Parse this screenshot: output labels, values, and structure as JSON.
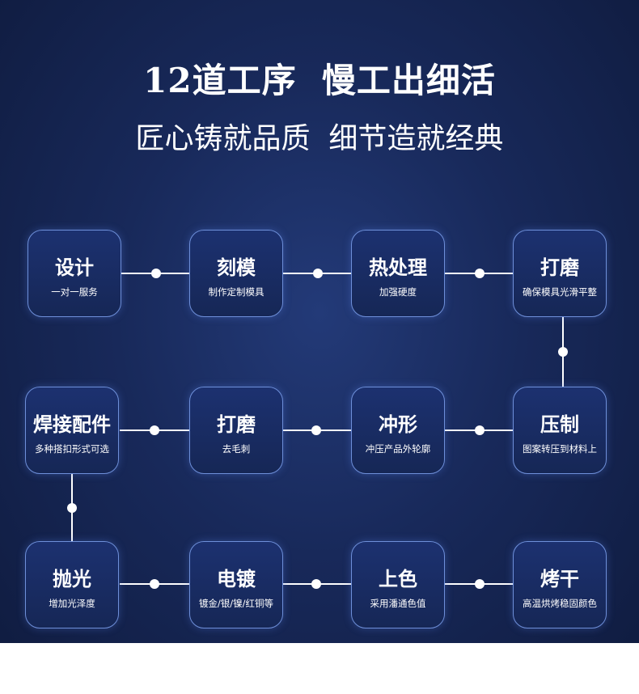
{
  "header": {
    "headline": "12道工序  慢工出细活",
    "subhead": "匠心铸就品质  细节造就经典"
  },
  "steps": [
    {
      "title": "设计",
      "desc": "一对一服务"
    },
    {
      "title": "刻模",
      "desc": "制作定制模具"
    },
    {
      "title": "热处理",
      "desc": "加强硬度"
    },
    {
      "title": "打磨",
      "desc": "确保模具光滑平整"
    },
    {
      "title": "压制",
      "desc": "图案转压到材料上"
    },
    {
      "title": "冲形",
      "desc": "冲压产品外轮廓"
    },
    {
      "title": "打磨",
      "desc": "去毛刺"
    },
    {
      "title": "焊接配件",
      "desc": "多种搭扣形式可选"
    },
    {
      "title": "抛光",
      "desc": "增加光泽度"
    },
    {
      "title": "电镀",
      "desc": "镀金/银/镍/红铜等"
    },
    {
      "title": "上色",
      "desc": "采用潘通色值"
    },
    {
      "title": "烤干",
      "desc": "高温烘烤稳固颜色"
    }
  ]
}
